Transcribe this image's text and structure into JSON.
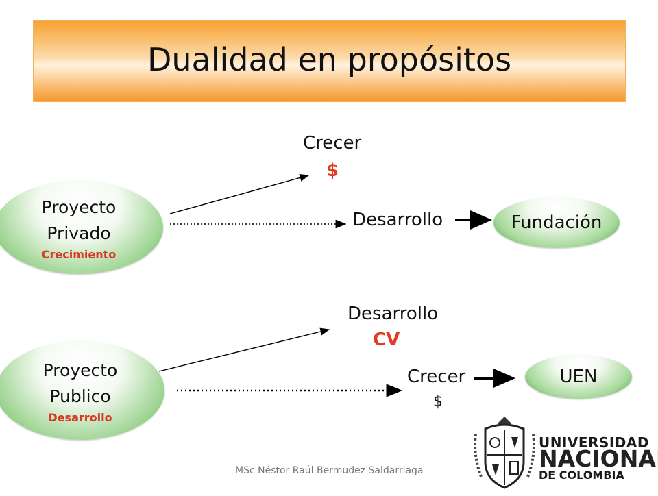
{
  "title": "Dualidad en propósitos",
  "top": {
    "node": {
      "line1": "Proyecto",
      "line2": "Privado",
      "sub": "Crecimiento"
    },
    "branch_up_label": "Crecer",
    "branch_up_symbol": "$",
    "branch_right_label": "Desarrollo",
    "result": "Fundación"
  },
  "bottom": {
    "node": {
      "line1": "Proyecto",
      "line2": "Publico",
      "sub": "Desarrollo"
    },
    "branch_up_label": "Desarrollo",
    "branch_up_symbol": "CV",
    "branch_right_label": "Crecer",
    "branch_right_symbol": "$",
    "result": "UEN"
  },
  "footer": "MSc Néstor Raúl Bermudez Saldarriaga",
  "logo": {
    "line1": "UNIVERSIDAD",
    "line2": "NACIONAL",
    "line3": "DE COLOMBIA"
  },
  "colors": {
    "title_gradient_edge": "#f7a12f",
    "node_green": "#2e8b2e",
    "accent_red": "#e23b22"
  }
}
